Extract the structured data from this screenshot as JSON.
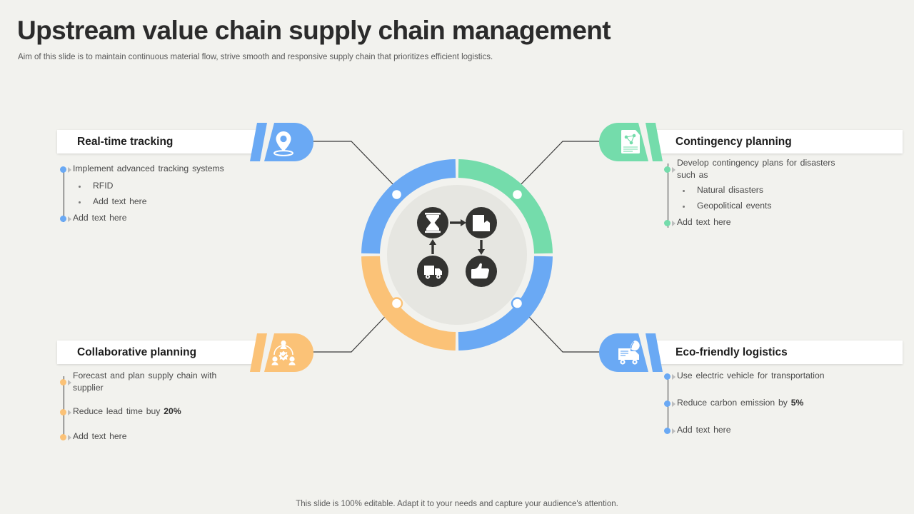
{
  "header": {
    "title": "Upstream value chain supply chain management",
    "subtitle": "Aim of this slide is to maintain continuous material flow, strive smooth and responsive supply chain that prioritizes efficient logistics."
  },
  "footer": {
    "note": "This slide is 100% editable. Adapt it to your needs and capture your audience's attention."
  },
  "colors": {
    "blue": "#6aa9f4",
    "green": "#74dcab",
    "orange": "#fbc277",
    "background": "#f2f2ee",
    "ring_inner": "#e6e6e1",
    "icon_dark": "#333331"
  },
  "center": {
    "ring_segments": [
      {
        "name": "top-left-arc",
        "color": "#6aa9f4"
      },
      {
        "name": "top-right-arc",
        "color": "#74dcab"
      },
      {
        "name": "bottom-right-arc",
        "color": "#6aa9f4"
      },
      {
        "name": "bottom-left-arc",
        "color": "#fbc277"
      }
    ],
    "nodes": [
      {
        "name": "node-top-left",
        "color": "#6aa9f4"
      },
      {
        "name": "node-top-right",
        "color": "#74dcab"
      },
      {
        "name": "node-bottom-right",
        "color": "#6aa9f4"
      },
      {
        "name": "node-bottom-left",
        "color": "#fbc277"
      }
    ],
    "icons": [
      {
        "name": "hourglass-icon"
      },
      {
        "name": "box-icon"
      },
      {
        "name": "truck-icon"
      },
      {
        "name": "thumbs-up-icon"
      }
    ]
  },
  "cards": {
    "real_time_tracking": {
      "title": "Real-time tracking",
      "icon": "location-pin-icon",
      "color": "#6aa9f4",
      "bullets": [
        {
          "text": "Implement  advanced  tracking systems",
          "subs": [
            "RFID",
            "Add text here"
          ]
        },
        {
          "text": "Add text here",
          "subs": []
        }
      ]
    },
    "contingency_planning": {
      "title": "Contingency planning",
      "icon": "document-plan-icon",
      "color": "#74dcab",
      "bullets": [
        {
          "text": "Develop  contingency plans for disasters such as",
          "subs": [
            "Natural  disasters",
            "Geopolitical  events"
          ]
        },
        {
          "text": "Add text here",
          "subs": []
        }
      ]
    },
    "collaborative_planning": {
      "title": "Collaborative planning",
      "icon": "people-network-icon",
      "color": "#fbc277",
      "bullets": [
        {
          "text": "Forecast and  plan  supply chain with supplier",
          "subs": []
        },
        {
          "text": "Reduce  lead time buy ",
          "bold": "20%",
          "subs": []
        },
        {
          "text": "Add text here",
          "subs": []
        }
      ]
    },
    "eco_friendly_logistics": {
      "title": "Eco-friendly logistics",
      "icon": "delivery-truck-icon",
      "color": "#6aa9f4",
      "bullets": [
        {
          "text": "Use electric vehicle  for transportation",
          "subs": []
        },
        {
          "text": "Reduce  carbon  emission by ",
          "bold": "5%",
          "subs": []
        },
        {
          "text": "Add text here",
          "subs": []
        }
      ]
    }
  }
}
